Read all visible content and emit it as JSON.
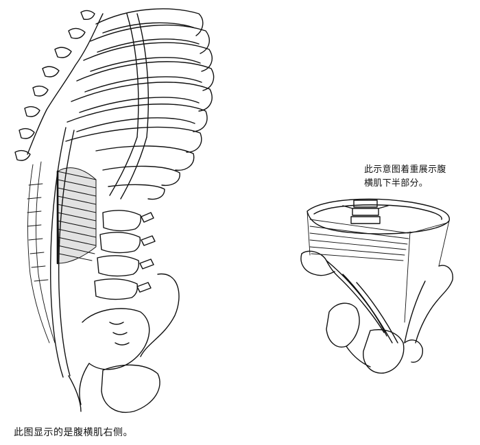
{
  "captions": {
    "main": "此图显示的是腹横肌右侧。",
    "side_line1": "此示意图着重展示腹",
    "side_line2": "横肌下半部分。"
  },
  "colors": {
    "ink": "#111111",
    "paper": "#ffffff"
  }
}
